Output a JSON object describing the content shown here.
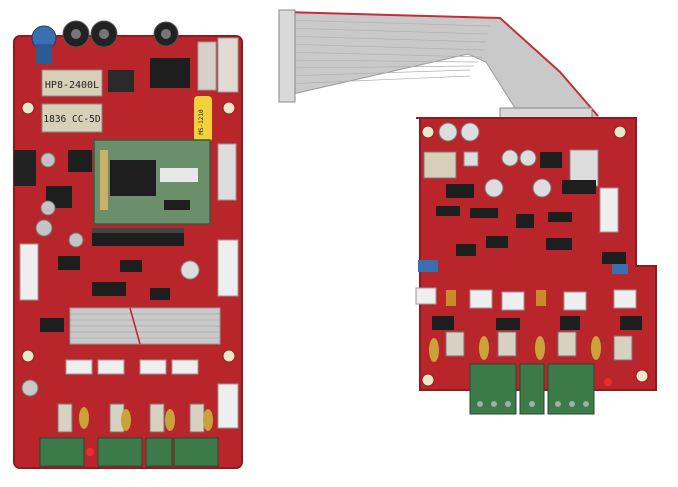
{
  "scene": {
    "description_free": true,
    "colors": {
      "pcb_red": "#b8262c",
      "pcb_dark": "#8f1b20",
      "ribbon_gray": "#c9c9c9",
      "terminal_green": "#3d7a4a",
      "chip_black": "#1e1e1e",
      "daughter_green": "#6b8f6a"
    }
  },
  "left_board": {
    "oscillator_label_1": "HP8-2400L",
    "oscillator_label_2": "1836 CC-5D",
    "badge_text": "MS-1210"
  }
}
